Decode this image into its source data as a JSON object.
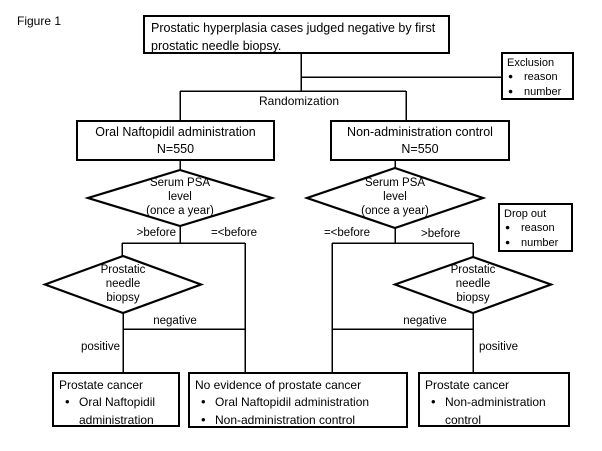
{
  "figure_label": "Figure 1",
  "colors": {
    "line": "#000000",
    "text": "#000000",
    "background": "#ffffff"
  },
  "top_box": {
    "text": "Prostatic hyperplasia cases judged negative by first prostatic needle biopsy."
  },
  "exclusion": {
    "title": "Exclusion",
    "item1": "reason",
    "item2": "number"
  },
  "randomization_label": "Randomization",
  "arms": {
    "naftopidil": {
      "name": "Oral Naftopidil administration",
      "n": "N=550"
    },
    "control": {
      "name": "Non-administration control",
      "n": "N=550"
    }
  },
  "psa_diamond": {
    "line1": "Serum PSA",
    "line2": "level",
    "line3": "(once a year)"
  },
  "biopsy_diamond": {
    "line1": "Prostatic",
    "line2": "needle",
    "line3": "biopsy"
  },
  "dropout": {
    "title": "Drop out",
    "item1": "reason",
    "item2": "number"
  },
  "edge_labels": {
    "left_increase": ">before",
    "left_no_increase": "=<before",
    "right_no_increase": "=<before",
    "right_increase": ">before",
    "left_negative": "negative",
    "left_positive": "positive",
    "right_negative": "negative",
    "right_positive": "positive"
  },
  "outcomes": {
    "left": {
      "title": "Prostate cancer",
      "item1": "Oral Naftopidil administration"
    },
    "middle": {
      "title": "No evidence of prostate cancer",
      "item1": "Oral Naftopidil administration",
      "item2": "Non-administration control"
    },
    "right": {
      "title": "Prostate cancer",
      "item1": "Non-administration control"
    }
  }
}
